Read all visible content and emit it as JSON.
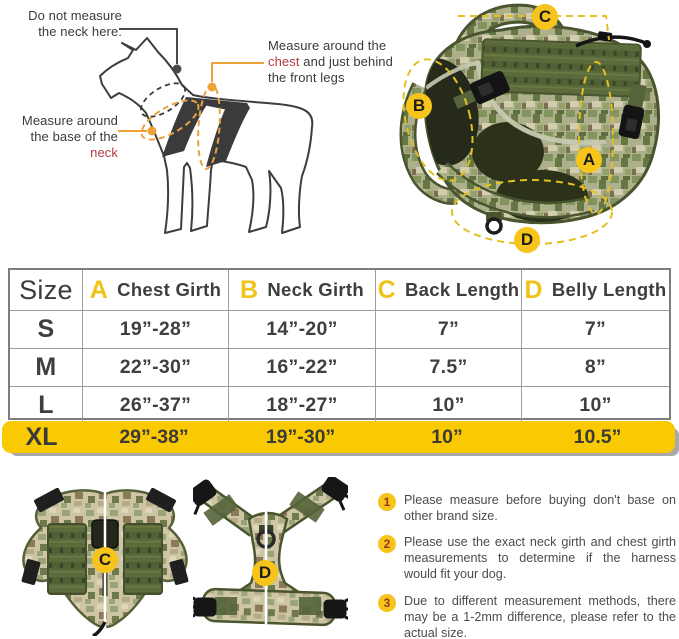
{
  "colors": {
    "accent_yellow": "#F2C318",
    "row_highlight": "#F9C901",
    "callout_orange": "#EFA236",
    "highlight_red": "#B23A42",
    "dash_yellow": "#E3C020",
    "table_text": "#3F3F3F",
    "note_number_red": "#943A1E"
  },
  "dog_diagram": {
    "no_measure_note": "Do not measure the neck here.",
    "chest_note": {
      "pre": "Measure around the ",
      "em": "chest",
      "post": " and just behind the front legs"
    },
    "neck_note": {
      "pre": "Measure around the base of the ",
      "em": "neck",
      "post": ""
    }
  },
  "harness_photo": {
    "markers": {
      "a": "A",
      "b": "B",
      "c": "C",
      "d": "D"
    }
  },
  "size_table": {
    "headers": [
      {
        "letter": "",
        "label": "Size"
      },
      {
        "letter": "A",
        "label": "Chest Girth"
      },
      {
        "letter": "B",
        "label": "Neck Girth"
      },
      {
        "letter": "C",
        "label": "Back Length"
      },
      {
        "letter": "D",
        "label": "Belly Length"
      }
    ],
    "rows": [
      {
        "size": "S",
        "chest_girth": "19”-28”",
        "neck_girth": "14”-20”",
        "back_length": "7”",
        "belly_length": "7”"
      },
      {
        "size": "M",
        "chest_girth": "22”-30”",
        "neck_girth": "16”-22”",
        "back_length": "7.5”",
        "belly_length": "8”"
      },
      {
        "size": "L",
        "chest_girth": "26”-37”",
        "neck_girth": "18”-27”",
        "back_length": "10”",
        "belly_length": "10”"
      },
      {
        "size": "XL",
        "chest_girth": "29”-38”",
        "neck_girth": "19”-30”",
        "back_length": "10”",
        "belly_length": "10.5”"
      }
    ],
    "highlighted_row": "XL"
  },
  "flat_views": {
    "back_view_marker": "C",
    "belly_view_marker": "D"
  },
  "notes": [
    {
      "num": "1",
      "text": "Please measure before buying don't base on other brand size."
    },
    {
      "num": "2",
      "text": "Please use the exact neck girth and chest girth measurements to determine if the harness would fit your dog."
    },
    {
      "num": "3",
      "text": "Due to different measurement methods, there may be a 1-2mm difference, please refer to the actual size."
    }
  ]
}
